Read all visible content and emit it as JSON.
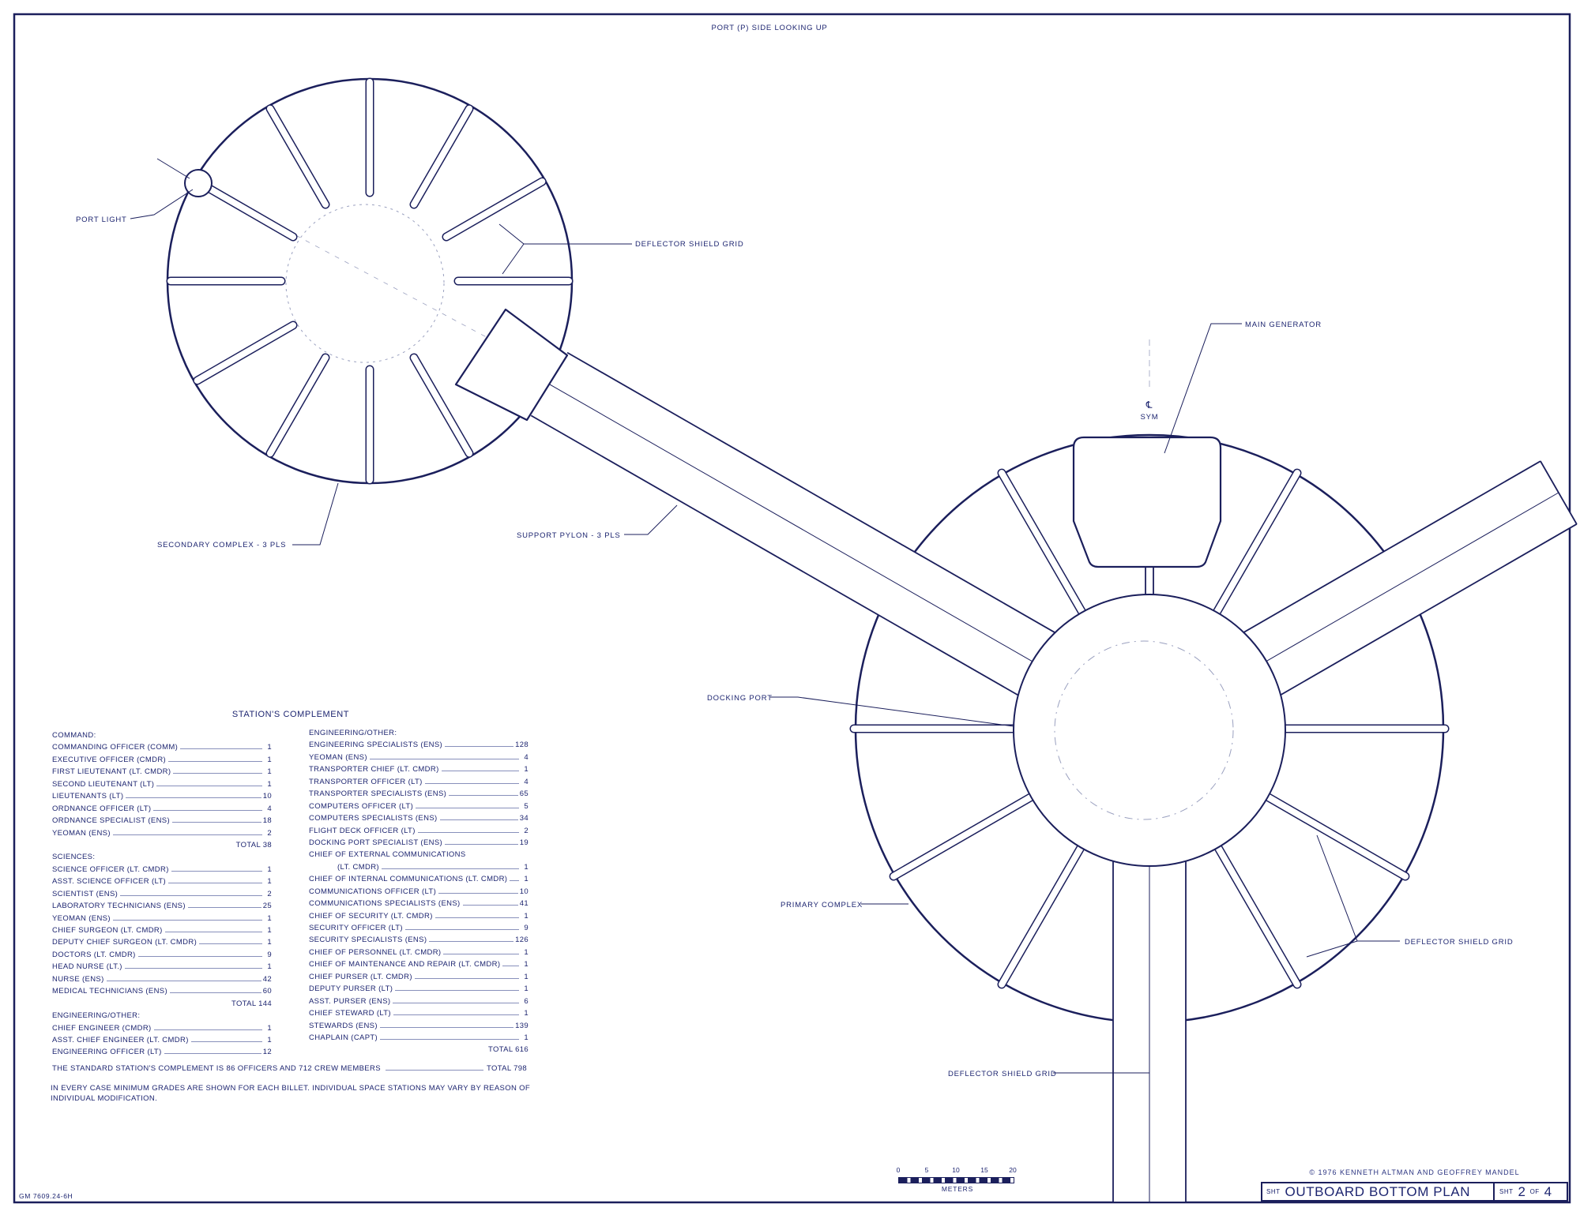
{
  "header": {
    "view_label": "PORT (P) SIDE LOOKING UP"
  },
  "callouts": {
    "port_light": "PORT LIGHT",
    "deflector_top": "DEFLECTOR SHIELD GRID",
    "main_generator": "MAIN GENERATOR",
    "centerline_symbol": "℄",
    "centerline_label": "SYM",
    "secondary_complex": "SECONDARY COMPLEX - 3 PLS",
    "support_pylon": "SUPPORT PYLON - 3 PLS",
    "docking_port": "DOCKING PORT",
    "primary_complex": "PRIMARY COMPLEX",
    "deflector_right": "DEFLECTOR SHIELD GRID",
    "deflector_bottom": "DEFLECTOR SHIELD GRID"
  },
  "complement": {
    "title": "STATION'S COMPLEMENT",
    "left_column": [
      {
        "heading": "COMMAND:",
        "rows": [
          {
            "label": "COMMANDING OFFICER (COMM)",
            "value": "1"
          },
          {
            "label": "EXECUTIVE OFFICER (CMDR)",
            "value": "1"
          },
          {
            "label": "FIRST LIEUTENANT (LT. CMDR)",
            "value": "1"
          },
          {
            "label": "SECOND LIEUTENANT (LT)",
            "value": "1"
          },
          {
            "label": "LIEUTENANTS (LT)",
            "value": "10"
          },
          {
            "label": "ORDNANCE OFFICER (LT)",
            "value": "4"
          },
          {
            "label": "ORDNANCE SPECIALIST (ENS)",
            "value": "18"
          },
          {
            "label": "YEOMAN (ENS)",
            "value": "2"
          }
        ],
        "total": "TOTAL 38"
      },
      {
        "heading": "SCIENCES:",
        "rows": [
          {
            "label": "SCIENCE OFFICER (LT. CMDR)",
            "value": "1"
          },
          {
            "label": "ASST. SCIENCE OFFICER (LT)",
            "value": "1"
          },
          {
            "label": "SCIENTIST (ENS)",
            "value": "2"
          },
          {
            "label": "LABORATORY TECHNICIANS (ENS)",
            "value": "25"
          },
          {
            "label": "YEOMAN (ENS)",
            "value": "1"
          },
          {
            "label": "CHIEF SURGEON (LT. CMDR)",
            "value": "1"
          },
          {
            "label": "DEPUTY CHIEF SURGEON (LT. CMDR)",
            "value": "1"
          },
          {
            "label": "DOCTORS (LT. CMDR)",
            "value": "9"
          },
          {
            "label": "HEAD NURSE (LT.)",
            "value": "1"
          },
          {
            "label": "NURSE (ENS)",
            "value": "42"
          },
          {
            "label": "MEDICAL TECHNICIANS (ENS)",
            "value": "60"
          }
        ],
        "total": "TOTAL 144"
      },
      {
        "heading": "ENGINEERING/OTHER:",
        "rows": [
          {
            "label": "CHIEF ENGINEER (CMDR)",
            "value": "1"
          },
          {
            "label": "ASST. CHIEF ENGINEER (LT. CMDR)",
            "value": "1"
          },
          {
            "label": "ENGINEERING OFFICER (LT)",
            "value": "12"
          }
        ]
      }
    ],
    "right_column": [
      {
        "heading": "ENGINEERING/OTHER:",
        "rows": [
          {
            "label": "ENGINEERING SPECIALISTS (ENS)",
            "value": "128"
          },
          {
            "label": "YEOMAN (ENS)",
            "value": "4"
          },
          {
            "label": "TRANSPORTER CHIEF (LT. CMDR)",
            "value": "1"
          },
          {
            "label": "TRANSPORTER OFFICER (LT)",
            "value": "4"
          },
          {
            "label": "TRANSPORTER SPECIALISTS (ENS)",
            "value": "65"
          },
          {
            "label": "COMPUTERS OFFICER (LT)",
            "value": "5"
          },
          {
            "label": "COMPUTERS SPECIALISTS (ENS)",
            "value": "34"
          },
          {
            "label": "FLIGHT DECK OFFICER (LT)",
            "value": "2"
          },
          {
            "label": "DOCKING PORT SPECIALIST (ENS)",
            "value": "19"
          },
          {
            "label": "CHIEF OF EXTERNAL COMMUNICATIONS",
            "continuation": "(LT. CMDR)",
            "value": "1"
          },
          {
            "label": "CHIEF OF INTERNAL COMMUNICATIONS (LT. CMDR)",
            "value": "1"
          },
          {
            "label": "COMMUNICATIONS OFFICER (LT)",
            "value": "10"
          },
          {
            "label": "COMMUNICATIONS SPECIALISTS (ENS)",
            "value": "41"
          },
          {
            "label": "CHIEF OF SECURITY (LT. CMDR)",
            "value": "1"
          },
          {
            "label": "SECURITY OFFICER (LT)",
            "value": "9"
          },
          {
            "label": "SECURITY SPECIALISTS (ENS)",
            "value": "126"
          },
          {
            "label": "CHIEF OF PERSONNEL (LT. CMDR)",
            "value": "1"
          },
          {
            "label": "CHIEF OF MAINTENANCE AND REPAIR (LT. CMDR)",
            "value": "1"
          },
          {
            "label": "CHIEF PURSER (LT. CMDR)",
            "value": "1"
          },
          {
            "label": "DEPUTY PURSER (LT)",
            "value": "1"
          },
          {
            "label": "ASST. PURSER (ENS)",
            "value": "6"
          },
          {
            "label": "CHIEF STEWARD (LT)",
            "value": "1"
          },
          {
            "label": "STEWARDS (ENS)",
            "value": "139"
          },
          {
            "label": "CHAPLAIN (CAPT)",
            "value": "1"
          }
        ],
        "total": "TOTAL 616"
      }
    ],
    "summary": {
      "label": "THE STANDARD STATION'S COMPLEMENT IS 86 OFFICERS AND 712 CREW MEMBERS",
      "total": "TOTAL 798"
    },
    "note": "IN EVERY CASE MINIMUM GRADES ARE SHOWN FOR EACH BILLET.  INDIVIDUAL SPACE STATIONS MAY VARY BY REASON OF INDIVIDUAL MODIFICATION."
  },
  "scale_bar": {
    "ticks": [
      "0",
      "5",
      "10",
      "15",
      "20"
    ],
    "unit": "METERS"
  },
  "title_block": {
    "copyright": "© 1976 KENNETH ALTMAN AND GEOFFREY MANDEL",
    "sheet_prefix": "SHT",
    "title": "OUTBOARD BOTTOM PLAN",
    "sheet_label": "SHT",
    "sheet_number": "2",
    "of_label": "OF",
    "sheet_total": "4"
  },
  "drawing_number": "GM 7609.24-6H",
  "colors": {
    "line": "#1b1f5c",
    "text": "#1d2570",
    "construction": "#9aa0bf"
  }
}
